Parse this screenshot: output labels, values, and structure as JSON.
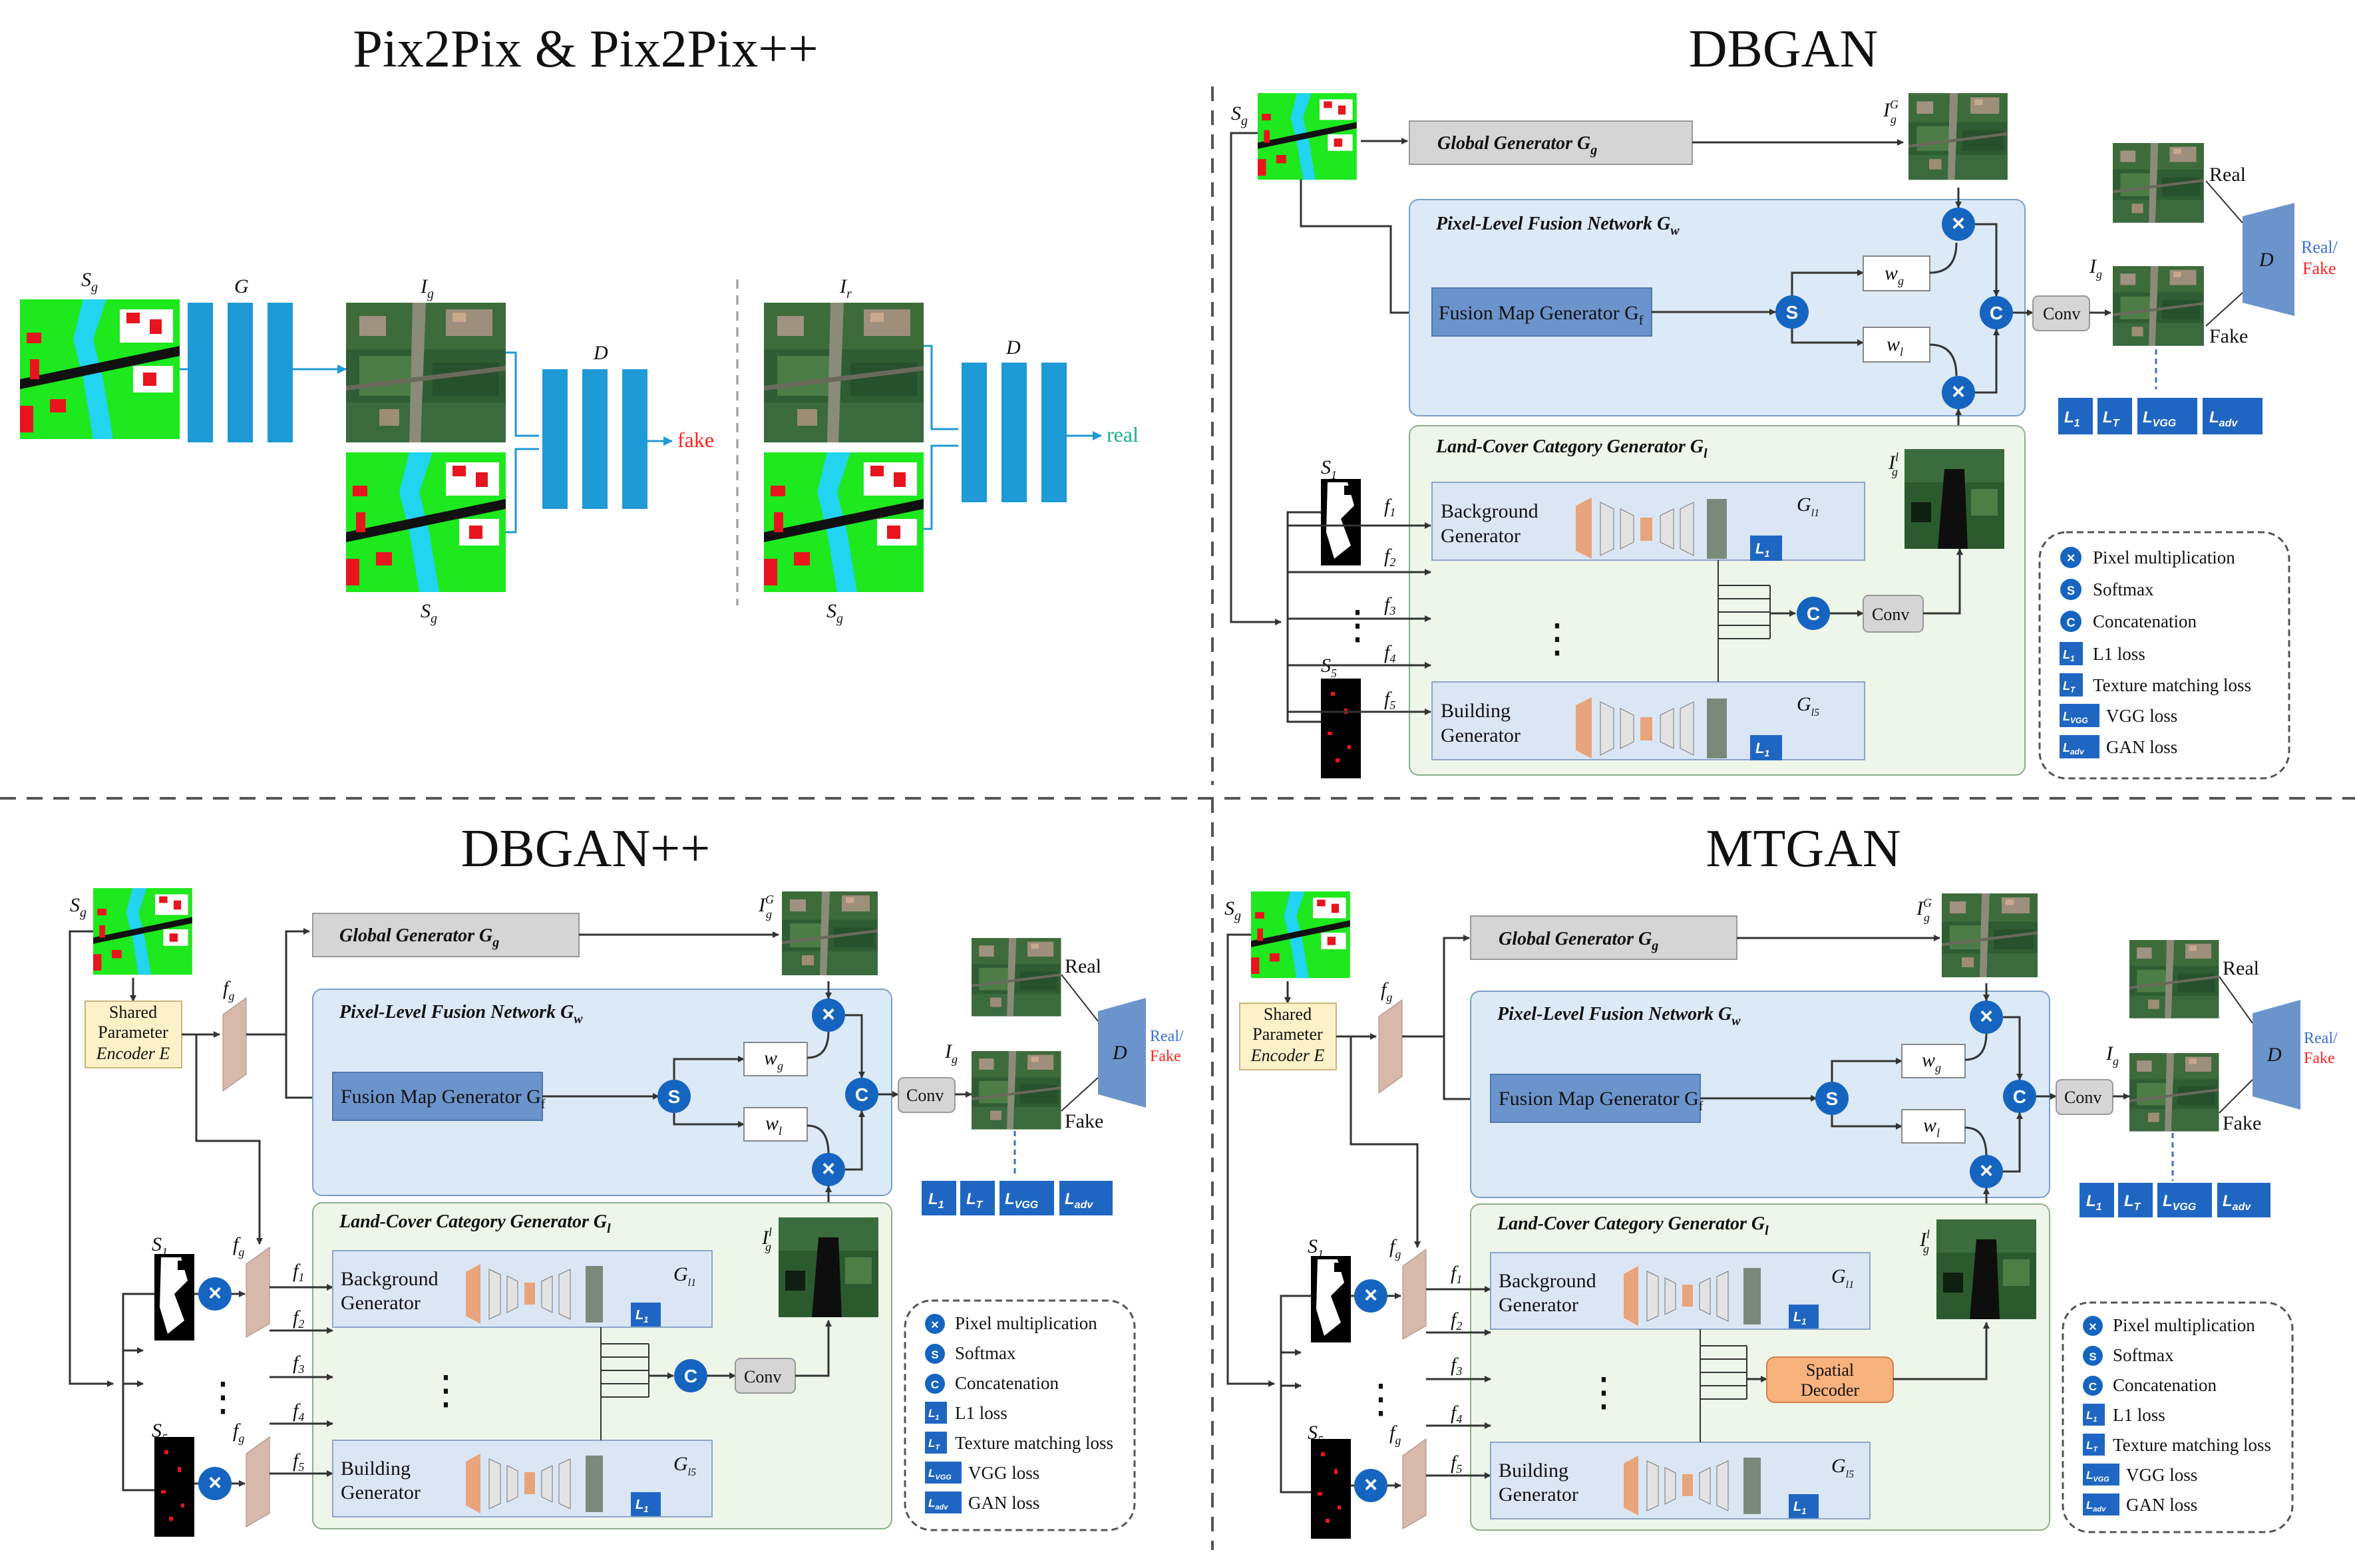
{
  "panels": {
    "pix2pix": {
      "title": "Pix2Pix  &  Pix2Pix++",
      "sg_top": "S",
      "sg_top_sub": "g",
      "g": "G",
      "ig": "I",
      "ig_sub": "g",
      "d1": "D",
      "fake": "fake",
      "sg_bottom": "S",
      "sg_bottom_sub": "g",
      "ir": "I",
      "ir_sub": "r",
      "d2": "D",
      "real": "real",
      "sg2": "S",
      "sg2_sub": "g"
    },
    "dbgan": {
      "title": "DBGAN",
      "sg": "S",
      "sg_sub": "g",
      "global": "Global Generator G",
      "global_sub": "g",
      "igG": "I",
      "igG_sup": "G",
      "igG_sub": "g",
      "pixel": "Pixel-Level Fusion Network  G",
      "pixel_sub": "w",
      "fusion": "Fusion Map Generator  G",
      "fusion_sub": "f",
      "wg": "w",
      "wg_sub": "g",
      "wl": "w",
      "wl_sub": "l",
      "conv": "Conv",
      "ig": "I",
      "ig_sub": "g",
      "real": "Real",
      "fake": "Fake",
      "d": "D",
      "real_slash": "Real/",
      "fake_red": "Fake",
      "losses": [
        "L",
        "L",
        "L",
        "L"
      ],
      "loss_subs": [
        "1",
        "T",
        "VGG",
        "adv"
      ],
      "land": "Land-Cover Category Generator G",
      "land_sub": "l",
      "igl": "I",
      "igl_sup": "l",
      "igl_sub": "g",
      "s1": "S",
      "s1_sub": "1",
      "s5": "S",
      "s5_sub": "5",
      "f_labels": [
        "f",
        "f",
        "f",
        "f",
        "f"
      ],
      "f_subs": [
        "1",
        "2",
        "3",
        "4",
        "5"
      ],
      "bg_gen_1": "Background",
      "bg_gen_2": "Generator",
      "bd_gen_1": "Building",
      "bd_gen_2": "Generator",
      "gl1": "G",
      "gl1_sub": "l1",
      "gl5": "G",
      "gl5_sub": "l5",
      "conv2": "Conv",
      "dots": "⋮"
    },
    "dbganpp": {
      "title": "DBGAN++",
      "encoder_1": "Shared",
      "encoder_2": "Parameter",
      "encoder_3": "Encoder E",
      "fg": "f",
      "fg_sub": "g"
    },
    "mtgan": {
      "title": "MTGAN",
      "spatial_1": "Spatial",
      "spatial_2": "Decoder"
    }
  },
  "legend": {
    "items": [
      {
        "glyph": "×",
        "text": "Pixel multiplication"
      },
      {
        "glyph": "S",
        "text": "Softmax"
      },
      {
        "glyph": "C",
        "text": "Concatenation"
      },
      {
        "glyph": "L1",
        "text": "L1 loss"
      },
      {
        "glyph": "LT",
        "text": "Texture matching loss"
      },
      {
        "glyph": "LVGG",
        "text": "VGG loss"
      },
      {
        "glyph": "Ladv",
        "text": "GAN loss"
      }
    ]
  },
  "colors": {
    "block_blue": "#1e9ad6",
    "circle_blue": "#1565c0",
    "pixel_bg": "#dce9f6",
    "land_bg": "#eef6e9",
    "fusion_box": "#6c94cc",
    "loss_box": "#1f66c2",
    "fake_red": "#ff2222",
    "real_green": "#1aaf8c",
    "spatial": "#f7b27e",
    "encoder": "#fdf1c8",
    "feature": "#d8b8aa"
  }
}
